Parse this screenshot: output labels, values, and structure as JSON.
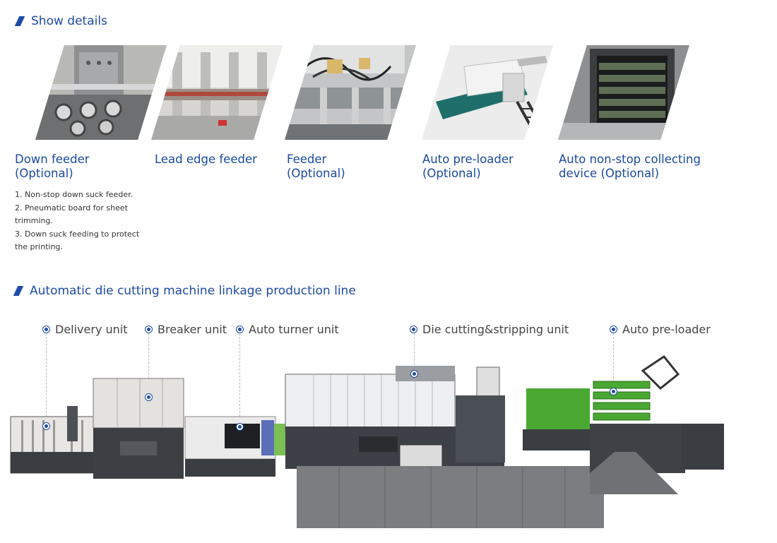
{
  "section1": {
    "title": "Show details"
  },
  "cards": [
    {
      "caption": [
        "Down feeder",
        "(Optional)"
      ],
      "notes": [
        "1. Non-stop down suck feeder.",
        "2. Pneumatic board for sheet trimming.",
        "3. Down suck feeding to protect the printing."
      ]
    },
    {
      "caption": [
        "Lead edge feeder"
      ]
    },
    {
      "caption": [
        "Feeder",
        "(Optional)"
      ]
    },
    {
      "caption": [
        "Auto pre-loader",
        "(Optional)"
      ]
    },
    {
      "caption": [
        "Auto non-stop collecting",
        "device (Optional)"
      ]
    }
  ],
  "section2": {
    "title": "Automatic die cutting machine linkage production line"
  },
  "units": [
    "Delivery unit",
    "Breaker unit",
    "Auto turner unit",
    "Die cutting&stripping unit",
    "Auto pre-loader"
  ],
  "colors": {
    "accent": "#1f4aa8",
    "machine_green": "#49a832",
    "machine_dark": "#3a3d42",
    "machine_light": "#e8e6e1"
  }
}
